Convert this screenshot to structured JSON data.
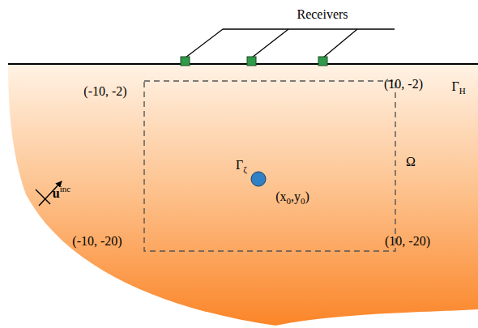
{
  "diagram": {
    "labels": [
      "Receivers",
      "(-10, -2)",
      "(10, -2)",
      "ΓH",
      "Γζ",
      "Ω",
      "(x0,y0)",
      "uinc",
      "(-10, -20)",
      "(10, -20)"
    ]
  }
}
